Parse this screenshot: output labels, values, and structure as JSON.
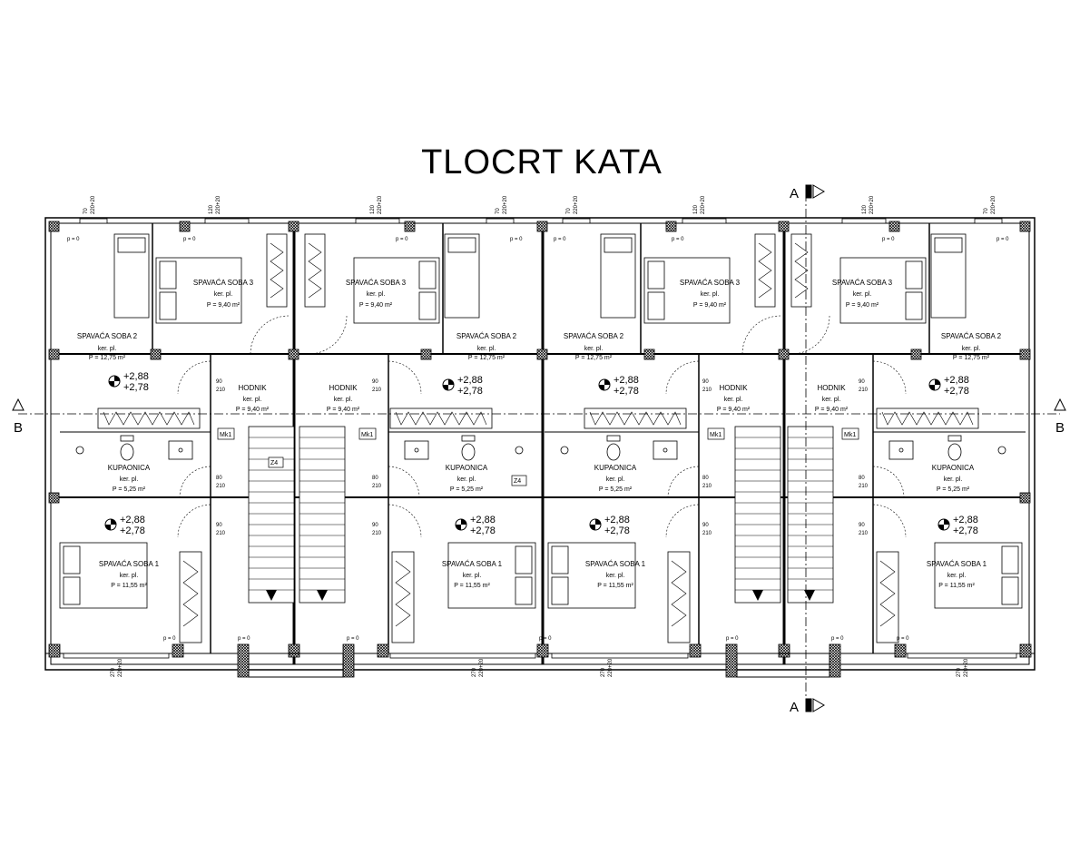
{
  "title": "TLOCRT KATA",
  "section_marks": {
    "a": "A",
    "b": "B"
  },
  "labels": {
    "bed3": "SPAVAĆA SOBA 3",
    "bed2": "SPAVAĆA SOBA 2",
    "bed1": "SPAVAĆA SOBA 1",
    "hall": "HODNIK",
    "bath": "KUPAONICA",
    "floor": "ker. pl.",
    "area_bed3": "P = 9,40 m²",
    "area_bed2": "P = 12,75 m²",
    "area_bed1": "P = 11,55 m²",
    "area_hall": "P = 9,40 m²",
    "area_bath": "P = 5,25 m²",
    "level_top": "+2,88",
    "level_bottom": "+2,78",
    "mk": "Mk1",
    "z": "Z4",
    "p0": "p = 0",
    "door_w90": "90",
    "door_w80": "80",
    "door_h": "210",
    "win_a": "70",
    "win_b": "120",
    "win_c": "270",
    "win_h": "220+20"
  },
  "colors": {
    "line": "#000000",
    "pillar": "#555555",
    "background": "#ffffff"
  }
}
